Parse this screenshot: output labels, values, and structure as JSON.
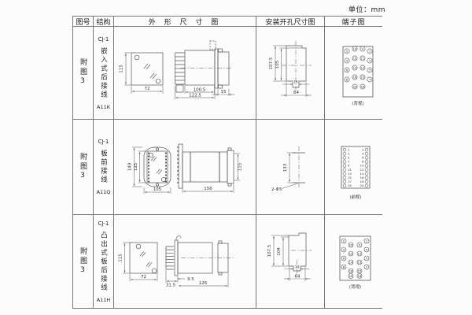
{
  "unit_note": "单位：mm",
  "headers": {
    "fig": "图号",
    "structure": "结构",
    "outline": "外 形 尺 寸 图",
    "mounting": "安装开孔尺寸图",
    "terminal": "端子图"
  },
  "rows": [
    {
      "fig": "附图3",
      "model": "CJ-1",
      "desc": "嵌入式后接线",
      "code": "A11K",
      "od": {
        "h": "115",
        "w": "72",
        "d1": "100.5",
        "d2": "122.5",
        "d3": "15"
      },
      "md": {
        "h1": "107.5",
        "h2": "105",
        "s": "16",
        "w": "64"
      },
      "term": {
        "label": "(背视)",
        "g": [
          [
            "2",
            "10",
            "9",
            "1"
          ],
          [
            "4",
            "12",
            "11",
            "3"
          ],
          [
            "6",
            "14",
            "13",
            "5"
          ],
          [
            "8",
            "16",
            "15",
            "7"
          ]
        ],
        "b": [
          "20",
          "18"
        ]
      }
    },
    {
      "fig": "附图3",
      "model": "CJ-1",
      "desc": "板前接线",
      "code": "A11Q",
      "od": {
        "h": "149",
        "h2": "125",
        "w": "105",
        "d": "156",
        "bh": "115"
      },
      "md": {
        "sp": "133",
        "note": "2-Φ5"
      },
      "term": {
        "label": "(前视)",
        "left": [
          "1",
          "3",
          "5",
          "7",
          "9",
          "11",
          "13",
          "15",
          "17",
          "19"
        ],
        "right": [
          "2",
          "4",
          "6",
          "8",
          "10",
          "12",
          "14",
          "16",
          "18",
          "20"
        ]
      }
    },
    {
      "fig": "附图3",
      "model": "CJ-1",
      "desc": "凸出式板后接线",
      "code": "A11H",
      "od": {
        "h": "115",
        "w": "72",
        "p": "31.5",
        "o": "9.5",
        "d": "126"
      },
      "md": {
        "h1": "107.5",
        "h2": "104",
        "s": "14",
        "w": "64"
      },
      "term": {
        "label": "(背视)",
        "g": [
          [
            "2",
            "10",
            "9",
            "1"
          ],
          [
            "4",
            "12",
            "11",
            "3"
          ],
          [
            "6",
            "14",
            "13",
            "5"
          ],
          [
            "8",
            "16",
            "15",
            "7"
          ]
        ],
        "b": [
          "20",
          "18"
        ]
      }
    }
  ]
}
